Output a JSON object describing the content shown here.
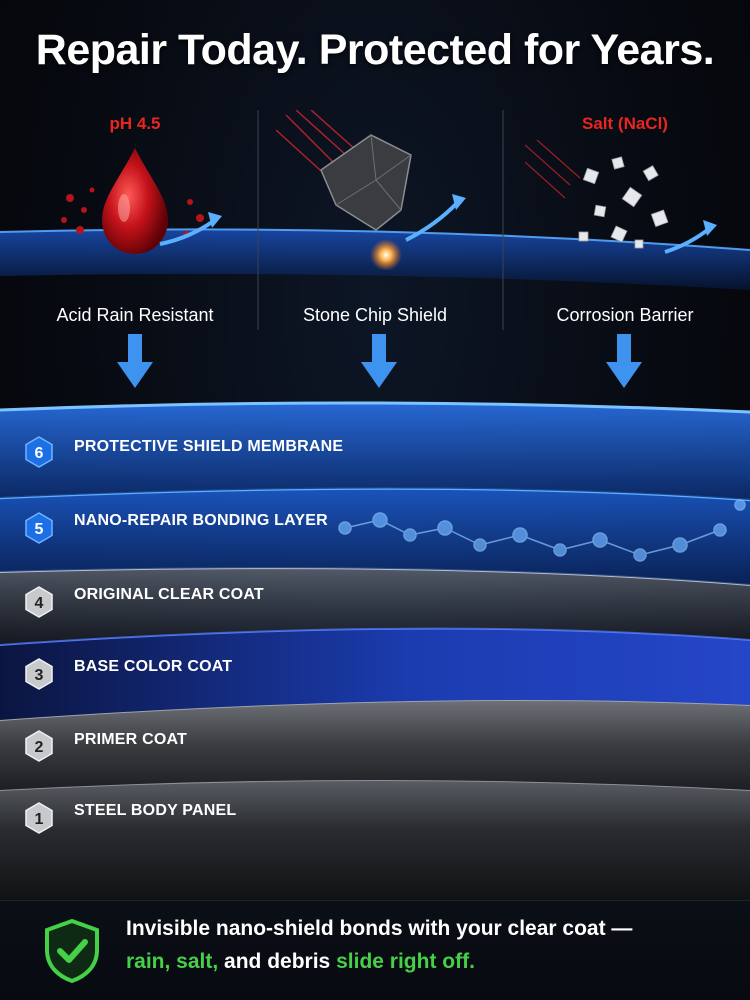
{
  "headline": "Repair Today. Protected for Years.",
  "features": [
    {
      "tag": "pH 4.5",
      "label": "Acid Rain Resistant",
      "icon": "acid-drop-icon"
    },
    {
      "tag": "",
      "label": "Stone Chip Shield",
      "icon": "stone-icon"
    },
    {
      "tag": "Salt (NaCl)",
      "label": "Corrosion Barrier",
      "icon": "salt-crystals-icon"
    }
  ],
  "layers": [
    {
      "number": "6",
      "name": "PROTECTIVE SHIELD MEMBRANE"
    },
    {
      "number": "5",
      "name": "NANO-REPAIR BONDING LAYER"
    },
    {
      "number": "4",
      "name": "ORIGINAL CLEAR COAT"
    },
    {
      "number": "3",
      "name": "BASE COLOR COAT"
    },
    {
      "number": "2",
      "name": "PRIMER COAT"
    },
    {
      "number": "1",
      "name": "STEEL BODY PANEL"
    }
  ],
  "footer": {
    "line1": "Invisible nano-shield bonds with your clear coat —",
    "line2_part1": "rain, salt,",
    "line2_part2": "and debris",
    "line2_part3": "slide right off.",
    "icon": "shield-check-icon"
  },
  "colors": {
    "accent_blue": "#2f8dff",
    "acid_red": "#e8261e",
    "footer_green": "#45d047",
    "color_coat_blue": "#1b3cb0"
  }
}
